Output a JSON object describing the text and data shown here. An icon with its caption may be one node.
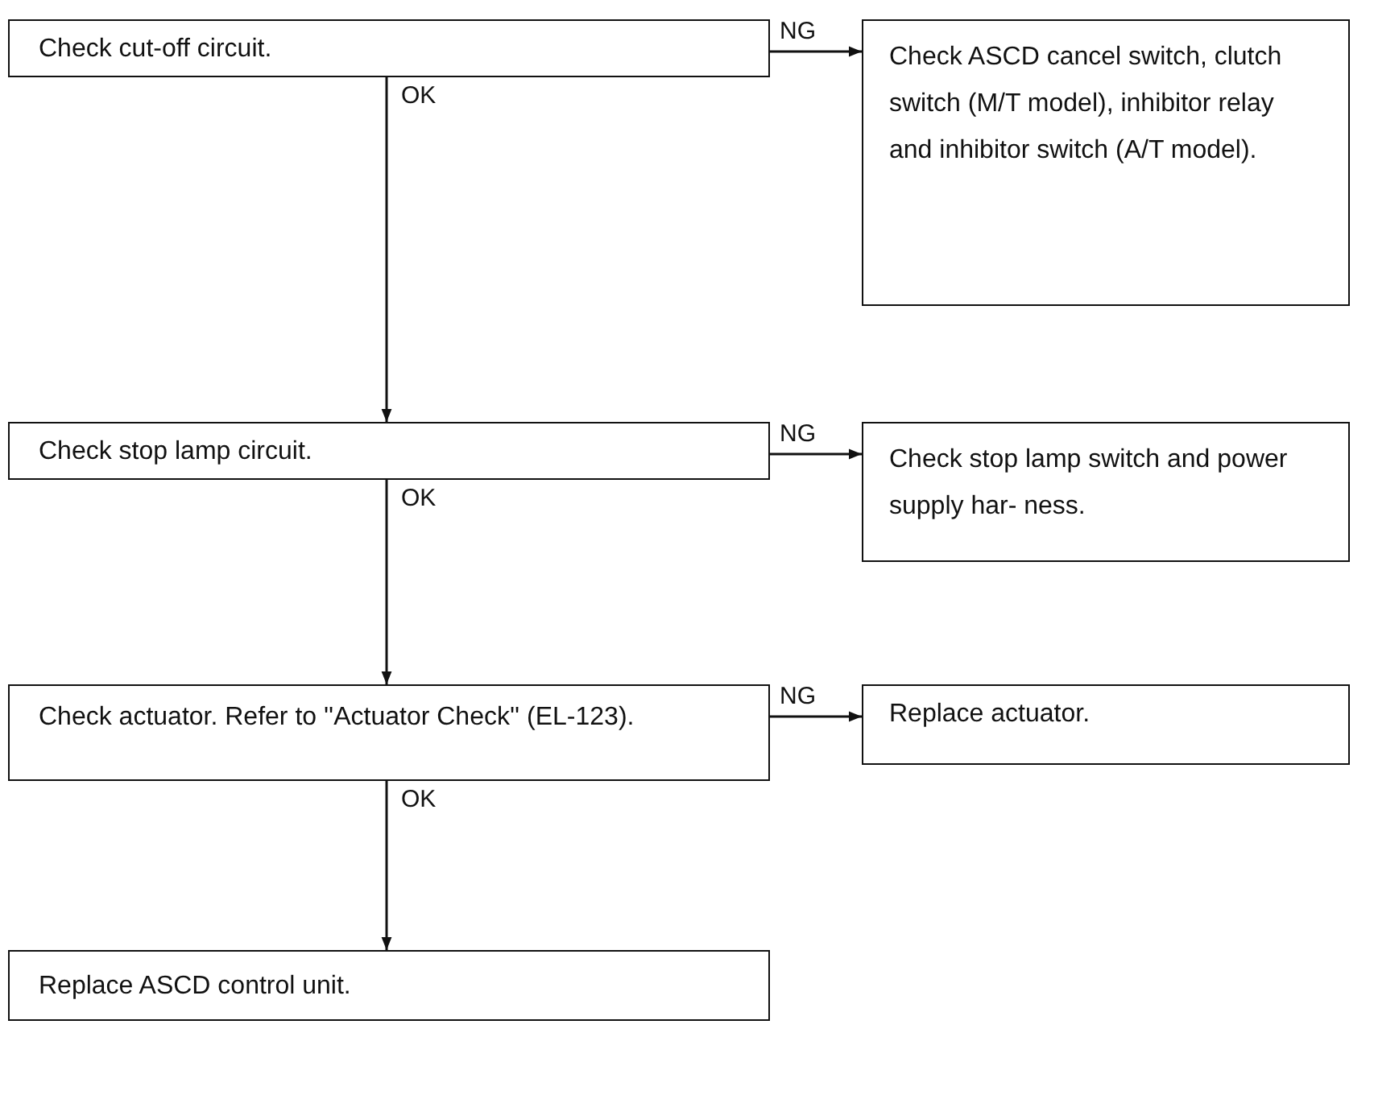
{
  "diagram": {
    "nodes": [
      {
        "text": [
          "Check cut-off circuit."
        ]
      },
      {
        "text": [
          "Check ASCD cancel switch, clutch switch (M/T model), inhibitor relay and inhibitor switch (A/T model)."
        ]
      },
      {
        "text": [
          "Check stop lamp circuit."
        ]
      },
      {
        "text": [
          "Check stop lamp switch and power supply har- ness."
        ]
      },
      {
        "text": [
          "Check actuator. Refer to ''Actuator Check'' (EL-123)."
        ]
      },
      {
        "text": [
          "Replace actuator."
        ]
      },
      {
        "text": [
          "Replace ASCD control unit."
        ]
      }
    ],
    "edges": [
      {
        "from": 0,
        "to": 1,
        "arrow": "to",
        "label": "NG"
      },
      {
        "from": 0,
        "to": 2,
        "arrow": "to",
        "label": "OK"
      },
      {
        "from": 2,
        "to": 3,
        "arrow": "to",
        "label": "NG"
      },
      {
        "from": 2,
        "to": 4,
        "arrow": "to",
        "label": "OK"
      },
      {
        "from": 4,
        "to": 5,
        "arrow": "to",
        "label": "NG"
      },
      {
        "from": 4,
        "to": 6,
        "arrow": "to",
        "label": "OK"
      }
    ]
  }
}
